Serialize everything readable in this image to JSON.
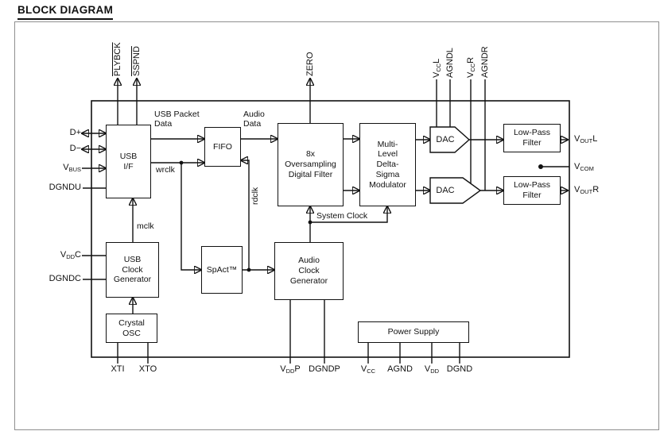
{
  "title": "BLOCK DIAGRAM",
  "colors": {
    "line": "#111111",
    "background": "#ffffff",
    "frame": "#8f8f8f"
  },
  "blocks": {
    "usb_if": "USB\nI/F",
    "fifo": "FIFO",
    "digital_filter": "8x\nOversampling\nDigital Filter",
    "modulator": "Multi-\nLevel\nDelta-\nSigma\nModulator",
    "dac_left": "DAC",
    "dac_right": "DAC",
    "lpf_left": "Low-Pass\nFilter",
    "lpf_right": "Low-Pass\nFilter",
    "usb_clock_gen": "USB\nClock\nGenerator",
    "crystal_osc": "Crystal\nOSC",
    "spact": "SpAct™",
    "audio_clock_gen": "Audio\nClock\nGenerator",
    "power_supply": "Power Supply"
  },
  "signals": {
    "usb_packet_data": "USB Packet\nData",
    "audio_data": "Audio\nData",
    "wrclk": "wrclk",
    "rdclk": "rdclk",
    "mclk": "mclk",
    "system_clock": "System Clock"
  },
  "pins": {
    "left": [
      {
        "pre": "D+",
        "sub": "",
        "post": ""
      },
      {
        "pre": "D−",
        "sub": "",
        "post": ""
      },
      {
        "pre": "V",
        "sub": "BUS",
        "post": ""
      },
      {
        "pre": "DGNDU",
        "sub": "",
        "post": ""
      },
      {
        "pre": "V",
        "sub": "DD",
        "post": "C"
      },
      {
        "pre": "DGNDC",
        "sub": "",
        "post": ""
      }
    ],
    "top": [
      {
        "pre": "PLYBCK",
        "sub": "",
        "post": ""
      },
      {
        "pre": "SSPND",
        "sub": "",
        "post": ""
      },
      {
        "pre": "ZERO",
        "sub": "",
        "post": ""
      },
      {
        "pre": "V",
        "sub": "CC",
        "post": "L"
      },
      {
        "pre": "AGNDL",
        "sub": "",
        "post": ""
      },
      {
        "pre": "V",
        "sub": "CC",
        "post": "R"
      },
      {
        "pre": "AGNDR",
        "sub": "",
        "post": ""
      }
    ],
    "right": [
      {
        "pre": "V",
        "sub": "OUT",
        "post": "L"
      },
      {
        "pre": "V",
        "sub": "COM",
        "post": ""
      },
      {
        "pre": "V",
        "sub": "OUT",
        "post": "R"
      }
    ],
    "bottom": [
      {
        "pre": "XTI",
        "sub": "",
        "post": ""
      },
      {
        "pre": "XTO",
        "sub": "",
        "post": ""
      },
      {
        "pre": "V",
        "sub": "DD",
        "post": "P"
      },
      {
        "pre": "DGNDP",
        "sub": "",
        "post": ""
      },
      {
        "pre": "V",
        "sub": "CC",
        "post": ""
      },
      {
        "pre": "AGND",
        "sub": "",
        "post": ""
      },
      {
        "pre": "V",
        "sub": "DD",
        "post": ""
      },
      {
        "pre": "DGND",
        "sub": "",
        "post": ""
      }
    ]
  }
}
